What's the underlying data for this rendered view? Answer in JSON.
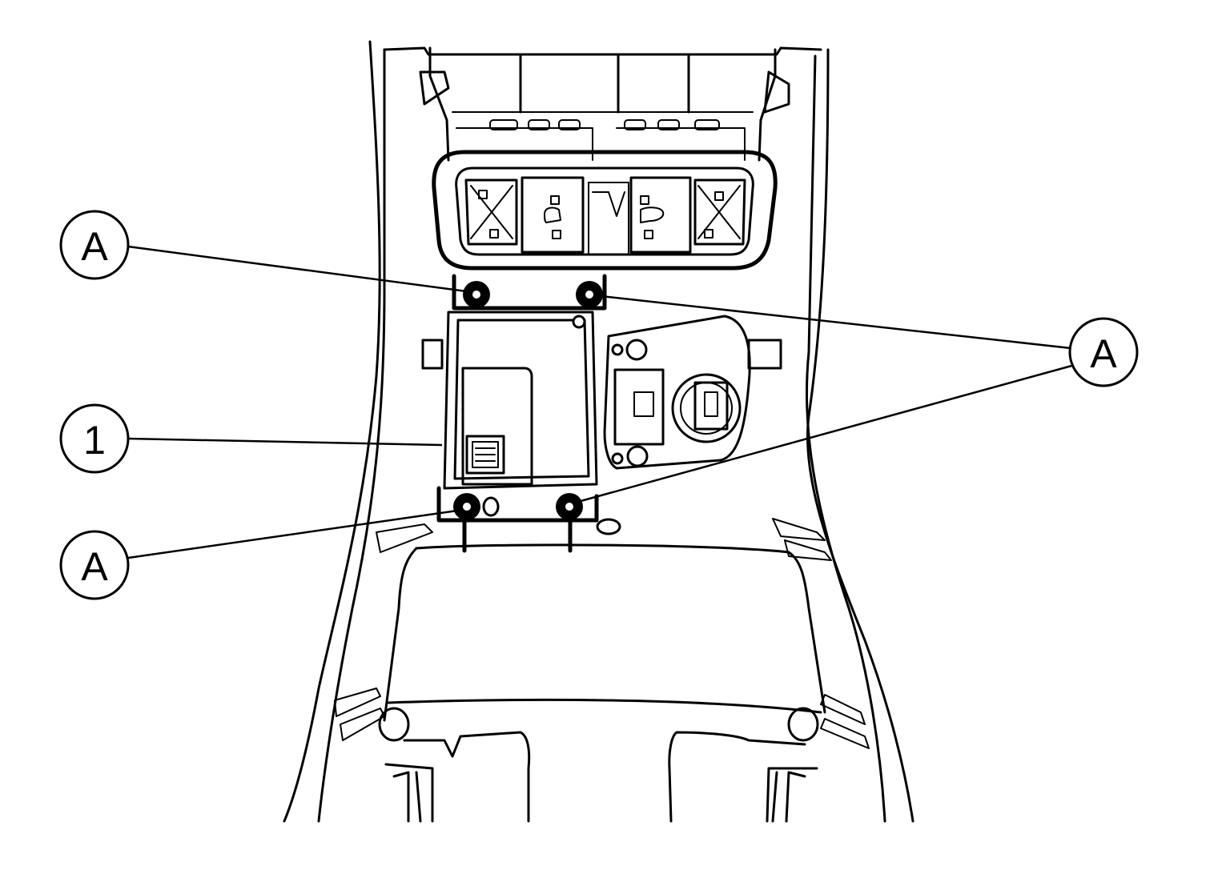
{
  "callouts": {
    "a_top_left": "A",
    "a_right": "A",
    "item_1": "1",
    "a_bottom_left": "A"
  }
}
